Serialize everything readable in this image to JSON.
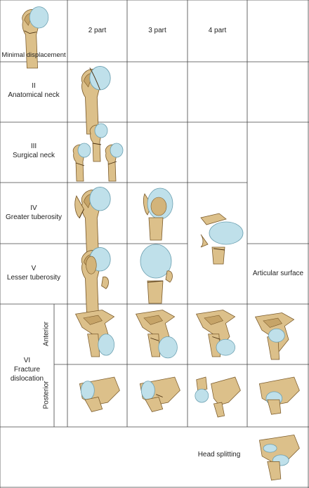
{
  "headers": {
    "col2": "2 part",
    "col3": "3 part",
    "col4": "4 part"
  },
  "rows": {
    "minimal": "Minimal displacement",
    "r2_num": "II",
    "r2_name": "Anatomical neck",
    "r3_num": "III",
    "r3_name": "Surgical neck",
    "r4_num": "IV",
    "r4_name": "Greater tuberosity",
    "r5_num": "V",
    "r5_name": "Lesser tuberosity",
    "r6_num": "VI",
    "r6_name1": "Fracture",
    "r6_name2": "dislocation",
    "anterior": "Anterior",
    "posterior": "Posterior"
  },
  "labels": {
    "articular": "Articular surface",
    "head_split": "Head splitting"
  },
  "colors": {
    "bone": "#dcc08a",
    "head": "#bfe0ea",
    "lines": "#444444"
  }
}
